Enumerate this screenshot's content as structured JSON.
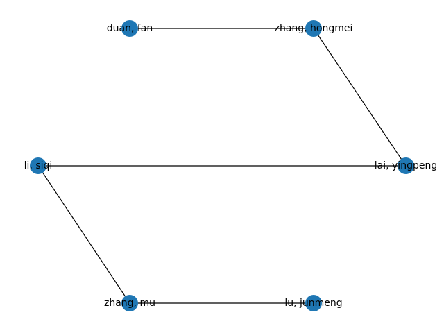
{
  "graph": {
    "node_color": "#1f77b4",
    "edge_color": "#000000",
    "nodes": [
      {
        "id": "duan",
        "label": "duan, fan"
      },
      {
        "id": "zhang_h",
        "label": "zhang, hongmei"
      },
      {
        "id": "li",
        "label": "li, siqi"
      },
      {
        "id": "lai",
        "label": "lai, yingpeng"
      },
      {
        "id": "zhang_m",
        "label": "zhang, mu"
      },
      {
        "id": "lu",
        "label": "lu, junmeng"
      }
    ],
    "edges": [
      {
        "source": "duan",
        "target": "zhang_h"
      },
      {
        "source": "zhang_h",
        "target": "lai"
      },
      {
        "source": "li",
        "target": "lai"
      },
      {
        "source": "li",
        "target": "zhang_m"
      },
      {
        "source": "zhang_m",
        "target": "lu"
      }
    ]
  }
}
